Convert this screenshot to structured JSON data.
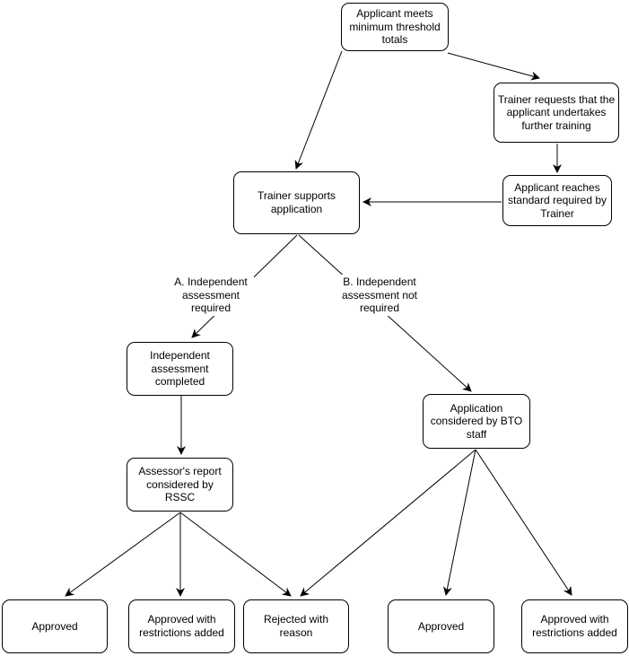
{
  "diagram": {
    "type": "flowchart",
    "background": "#ffffff",
    "colors": {
      "node_fill": "#ffffff",
      "node_border": "#000000",
      "text": "#000000",
      "arrow": "#000000"
    },
    "nodes": {
      "applicant_meets_threshold": {
        "label": "Applicant meets minimum threshold totals"
      },
      "trainer_requests_training": {
        "label": "Trainer requests that the applicant undertakes further training"
      },
      "trainer_supports_application": {
        "label": "Trainer supports application"
      },
      "applicant_reaches_standard": {
        "label": "Applicant reaches standard required by Trainer"
      },
      "independent_assessment_completed": {
        "label": "Independent assessment completed"
      },
      "application_considered_bto": {
        "label": "Application considered by BTO staff"
      },
      "assessors_report_rssc": {
        "label": "Assessor's report considered by RSSC"
      },
      "approved_left": {
        "label": "Approved"
      },
      "approved_restrictions_left": {
        "label": "Approved with restrictions added"
      },
      "rejected_with_reason": {
        "label": "Rejected with reason"
      },
      "approved_right": {
        "label": "Approved"
      },
      "approved_restrictions_right": {
        "label": "Approved  with restrictions added"
      }
    },
    "edge_labels": {
      "branch_a": "A. Independent assessment required",
      "branch_b": "B. Independent assessment not required"
    },
    "edges": [
      {
        "from": "applicant_meets_threshold",
        "to": "trainer_requests_training",
        "label": ""
      },
      {
        "from": "applicant_meets_threshold",
        "to": "trainer_supports_application",
        "label": ""
      },
      {
        "from": "trainer_requests_training",
        "to": "applicant_reaches_standard",
        "label": ""
      },
      {
        "from": "applicant_reaches_standard",
        "to": "trainer_supports_application",
        "label": ""
      },
      {
        "from": "trainer_supports_application",
        "to": "independent_assessment_completed",
        "label": "A. Independent assessment required"
      },
      {
        "from": "trainer_supports_application",
        "to": "application_considered_bto",
        "label": "B. Independent assessment not required"
      },
      {
        "from": "independent_assessment_completed",
        "to": "assessors_report_rssc",
        "label": ""
      },
      {
        "from": "assessors_report_rssc",
        "to": "approved_left",
        "label": ""
      },
      {
        "from": "assessors_report_rssc",
        "to": "approved_restrictions_left",
        "label": ""
      },
      {
        "from": "assessors_report_rssc",
        "to": "rejected_with_reason",
        "label": ""
      },
      {
        "from": "application_considered_bto",
        "to": "rejected_with_reason",
        "label": ""
      },
      {
        "from": "application_considered_bto",
        "to": "approved_right",
        "label": ""
      },
      {
        "from": "application_considered_bto",
        "to": "approved_restrictions_right",
        "label": ""
      }
    ]
  }
}
